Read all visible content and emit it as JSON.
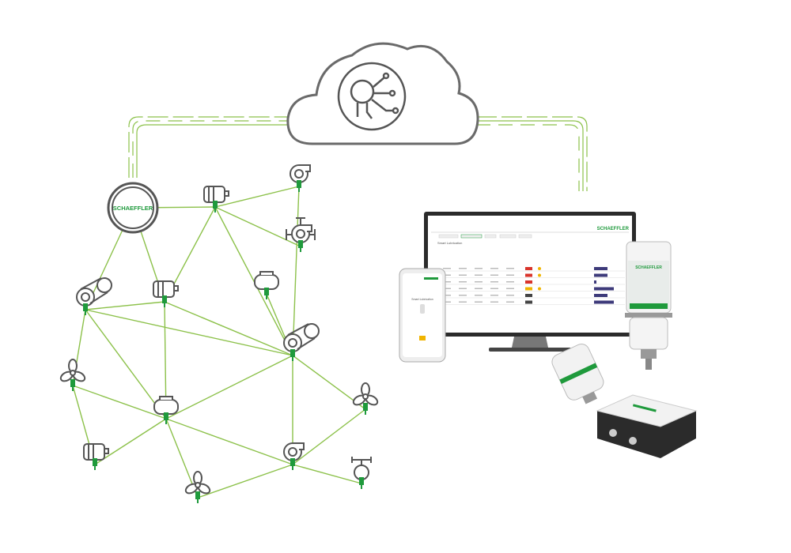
{
  "brand": {
    "name": "SCHAEFFLER",
    "color": "#1f9a3c"
  },
  "colors": {
    "link": "#8cc14a",
    "icon_stroke": "#555555",
    "sensor": "#1f9a3c",
    "cloud_stroke": "#6a6a6a"
  },
  "cloud": {
    "icon": "lightbulb-circuit-icon"
  },
  "hub": {
    "label": "SCHAEFFLER",
    "icon": "gateway-hub-icon"
  },
  "nodes": [
    {
      "id": "A",
      "icon": "motor-icon"
    },
    {
      "id": "B",
      "icon": "pump-icon"
    },
    {
      "id": "C",
      "icon": "valve-pump-icon"
    },
    {
      "id": "D",
      "icon": "tank-icon"
    },
    {
      "id": "E",
      "icon": "roller-icon"
    },
    {
      "id": "F",
      "icon": "motor-icon"
    },
    {
      "id": "G",
      "icon": "roller-icon"
    },
    {
      "id": "H",
      "icon": "fan-icon"
    },
    {
      "id": "I",
      "icon": "tank-icon"
    },
    {
      "id": "J",
      "icon": "fan-icon"
    },
    {
      "id": "K",
      "icon": "motor-icon"
    },
    {
      "id": "L",
      "icon": "pump-icon"
    },
    {
      "id": "M",
      "icon": "fan-icon"
    },
    {
      "id": "N",
      "icon": "valve-icon"
    }
  ],
  "links": [
    [
      "S",
      "A"
    ],
    [
      "S",
      "E"
    ],
    [
      "S",
      "F"
    ],
    [
      "A",
      "B"
    ],
    [
      "A",
      "C"
    ],
    [
      "A",
      "F"
    ],
    [
      "A",
      "G"
    ],
    [
      "B",
      "G"
    ],
    [
      "D",
      "G"
    ],
    [
      "E",
      "F"
    ],
    [
      "E",
      "H"
    ],
    [
      "E",
      "I"
    ],
    [
      "E",
      "G"
    ],
    [
      "F",
      "G"
    ],
    [
      "F",
      "I"
    ],
    [
      "G",
      "I"
    ],
    [
      "G",
      "J"
    ],
    [
      "G",
      "L"
    ],
    [
      "H",
      "I"
    ],
    [
      "H",
      "K"
    ],
    [
      "I",
      "L"
    ],
    [
      "I",
      "M"
    ],
    [
      "I",
      "K"
    ],
    [
      "J",
      "L"
    ],
    [
      "L",
      "M"
    ],
    [
      "L",
      "N"
    ]
  ],
  "devices": {
    "monitor": {
      "brand": "SCHAEFFLER",
      "title": "Smart Lubrication"
    },
    "phone": {
      "title": "Smart Lubrication"
    },
    "lubricator": {
      "brand": "SCHAEFFLER"
    }
  }
}
